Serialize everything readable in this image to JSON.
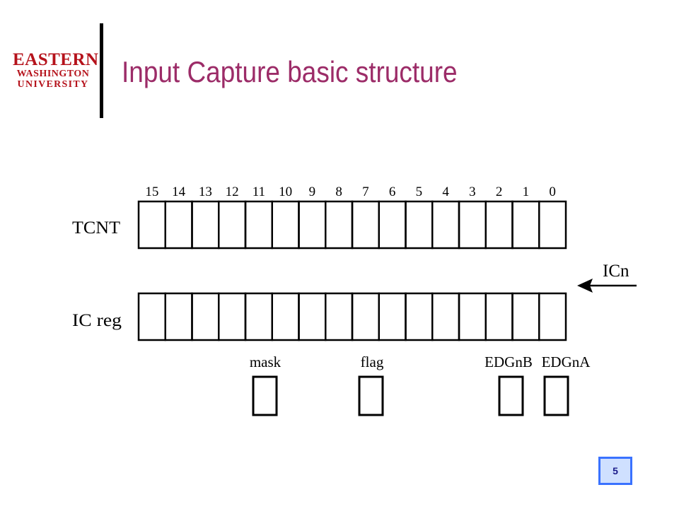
{
  "logo": {
    "line1": "EASTERN",
    "line2": "WASHINGTON",
    "line3": "UNIVERSITY"
  },
  "slide": {
    "title": "Input Capture basic structure",
    "page_number": "5"
  },
  "diagram": {
    "bit_numbers": [
      "15",
      "14",
      "13",
      "12",
      "11",
      "10",
      "9",
      "8",
      "7",
      "6",
      "5",
      "4",
      "3",
      "2",
      "1",
      "0"
    ],
    "tcnt_label": "TCNT",
    "ic_reg_label": "IC reg",
    "input_label": "ICn",
    "bits": {
      "mask": "mask",
      "flag": "flag",
      "edgnb": "EDGnB",
      "edgna": "EDGnA"
    }
  }
}
